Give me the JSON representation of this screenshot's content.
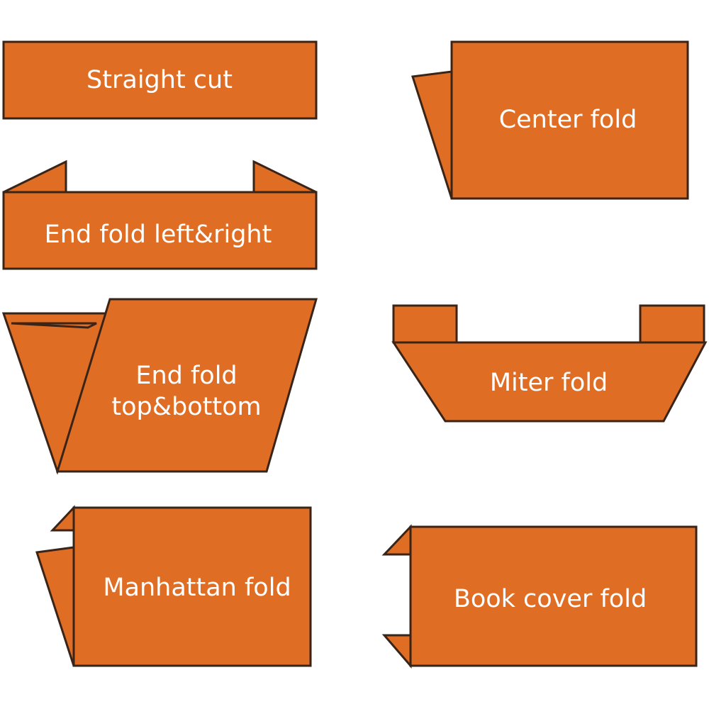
{
  "colors": {
    "fill": "#e06d24",
    "stroke": "#3a2418",
    "text": "#ffffff",
    "background": "#ffffff"
  },
  "labels": {
    "straight_cut": "Straight cut",
    "center_fold": "Center fold",
    "end_fold_left_right": "End fold left&right",
    "end_fold_top_bottom_line1": "End fold",
    "end_fold_top_bottom_line2": "top&bottom",
    "miter_fold": "Miter fold",
    "manhattan_fold": "Manhattan fold",
    "book_cover_fold": "Book cover fold"
  }
}
